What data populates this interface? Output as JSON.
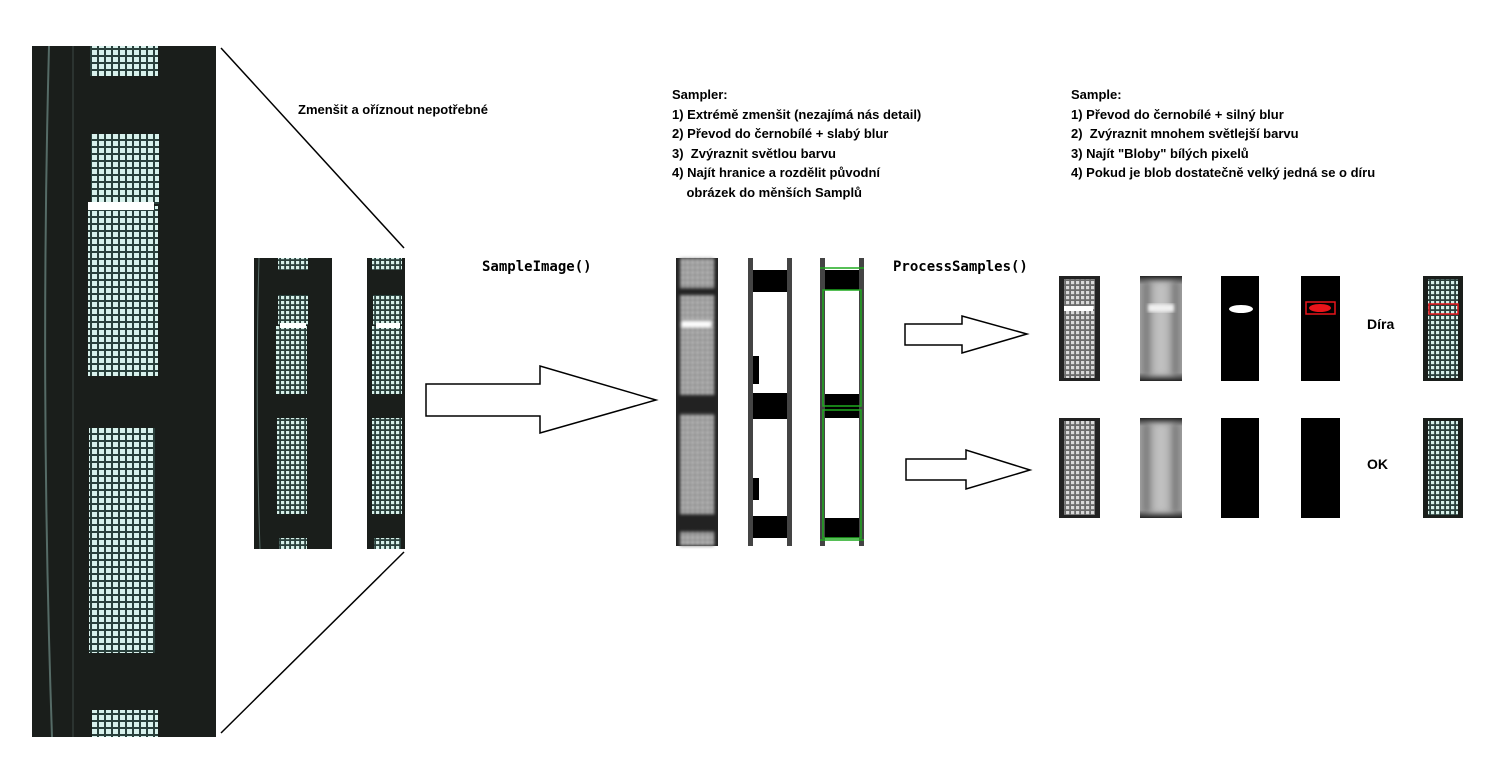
{
  "labels": {
    "crop": "Zmenšit a oříznout nepotřebné",
    "sample_image_call": "SampleImage()",
    "process_samples_call": "ProcessSamples()",
    "result_hole": "Díra",
    "result_ok": "OK"
  },
  "sampler": {
    "title": "Sampler:",
    "steps": [
      "1) Extrémě zmenšit (nezajímá nás detail)",
      "2) Převod do černobílé + slabý blur",
      "3)  Zvýraznit světlou barvu",
      "4) Najít hranice a rozdělit původní",
      "    obrázek do měnších Samplů"
    ]
  },
  "sample": {
    "title": "Sample:",
    "steps": [
      "1) Převod do černobílé + silný blur",
      "2)  Zvýraznit mnohem světlejší barvu",
      "3) Najít \"Bloby\" bílých pixelů",
      "4) Pokud je blob dostatečně velký jedná se o díru"
    ]
  },
  "colors": {
    "strip_dark": "#1b1f1c",
    "mesh_light": "#dff3ee",
    "mesh_dark": "#2f4a45",
    "gray_light": "#d9d9d9",
    "gray_mid": "#8a8a8a",
    "highlight_red": "#e8141a",
    "contour_green": "#1faa1f"
  }
}
